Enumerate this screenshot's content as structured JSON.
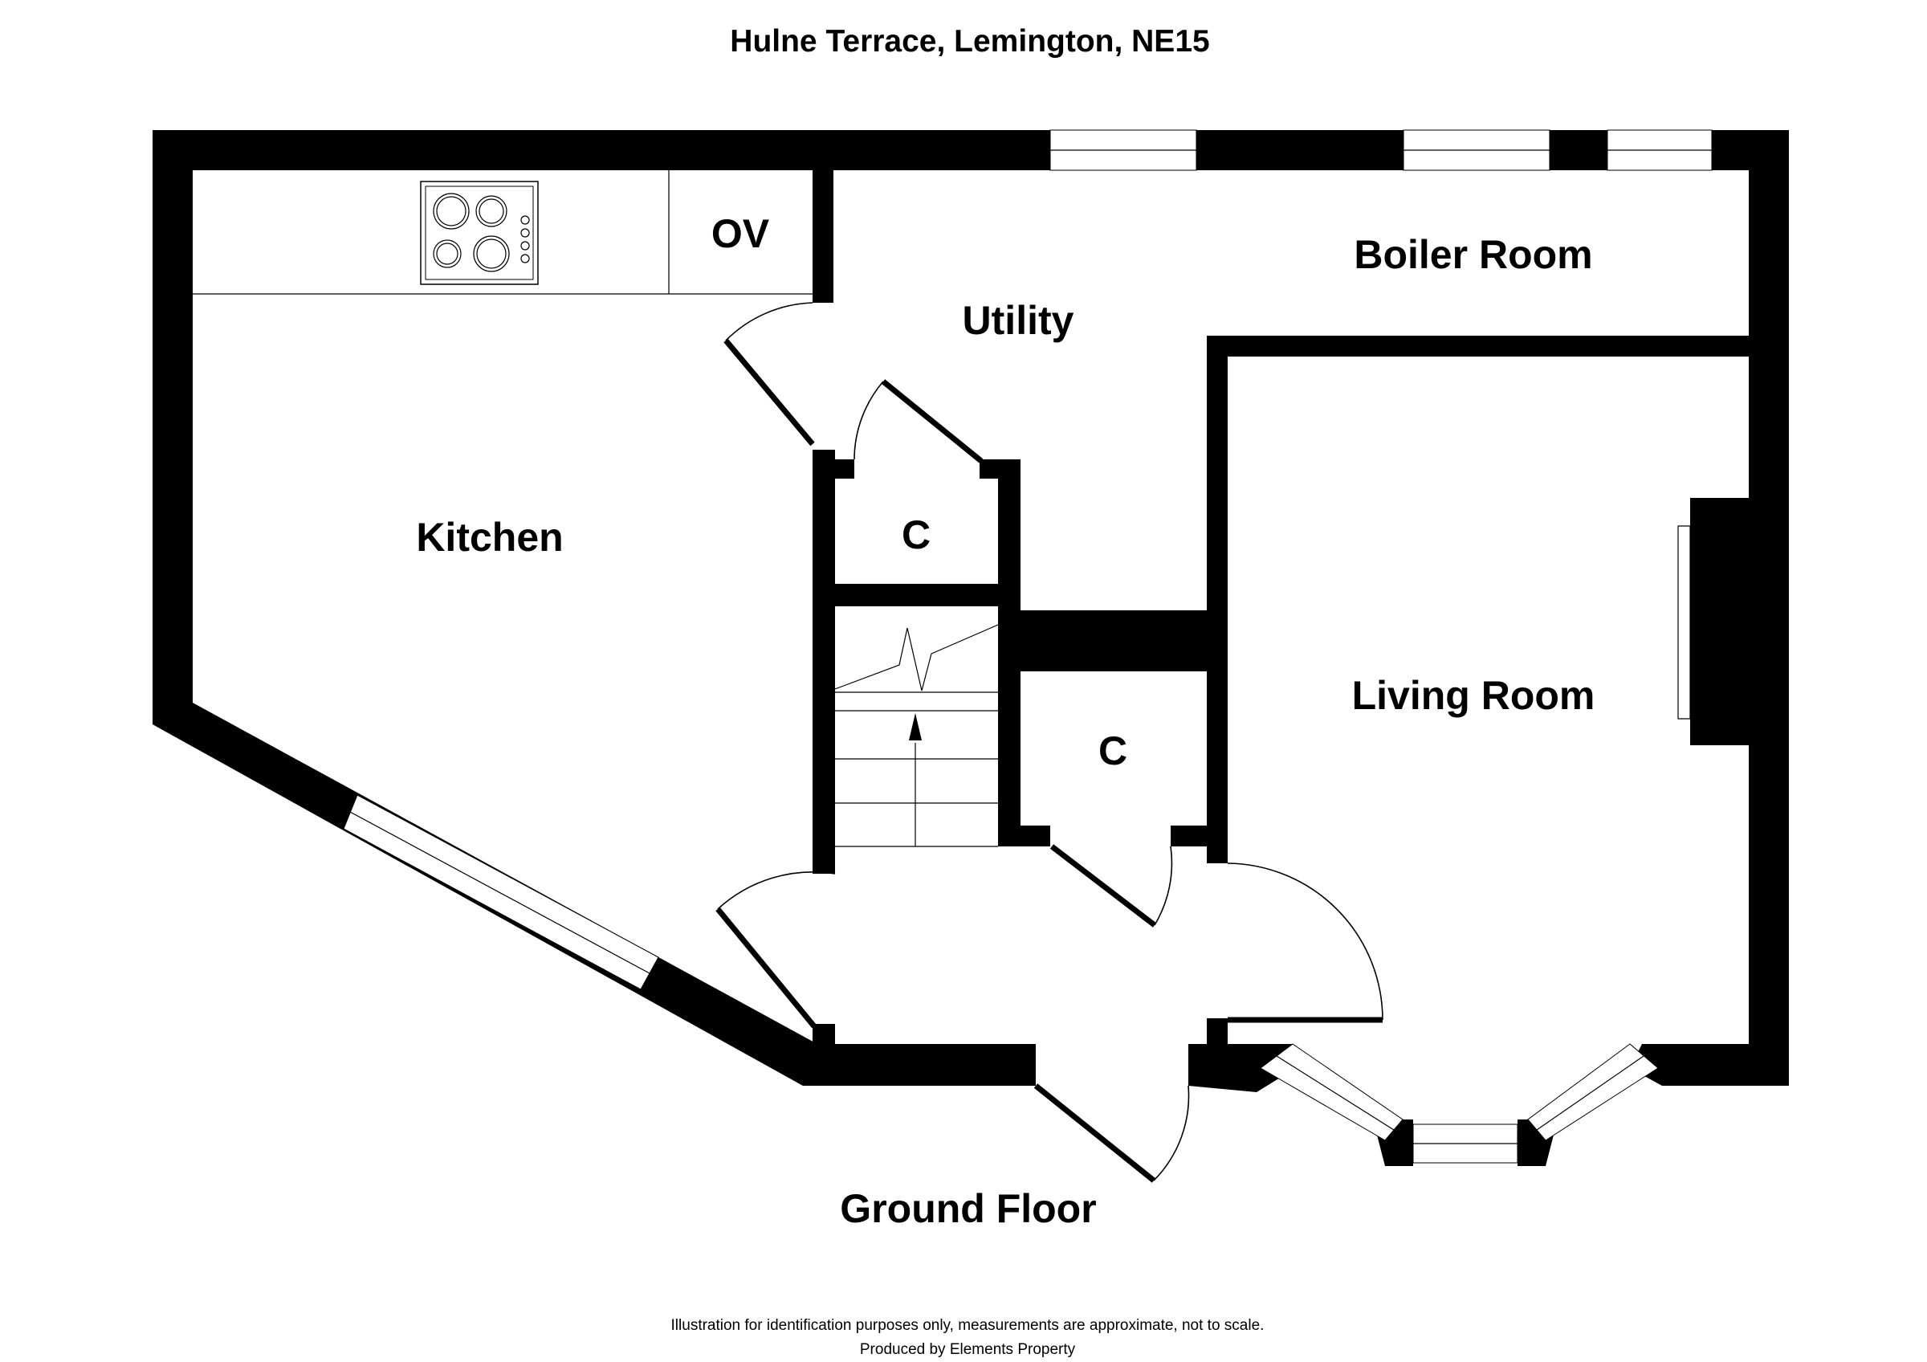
{
  "title": "Hulne Terrace, Lemington, NE15",
  "rooms": {
    "kitchen": "Kitchen",
    "oven": "OV",
    "utility": "Utility",
    "boiler_room": "Boiler Room",
    "cupboard_upper": "C",
    "cupboard_lower": "C",
    "living_room": "Living Room"
  },
  "floor_label": "Ground Floor",
  "footer": {
    "disclaimer": "Illustration for identification purposes only, measurements are approximate, not to scale.",
    "producer": "Produced by Elements Property"
  },
  "colors": {
    "wall": "#000000",
    "background": "#ffffff"
  }
}
